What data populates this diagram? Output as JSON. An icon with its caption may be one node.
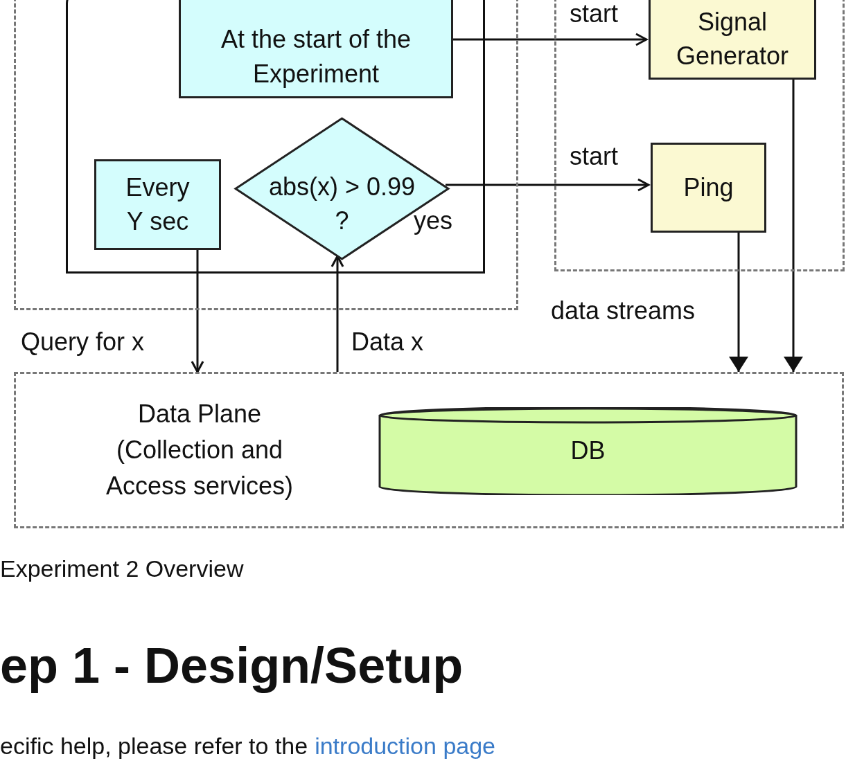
{
  "diagram": {
    "caption": "Experiment 2 Overview",
    "nodes": [
      {
        "text": [],
        "shape": "box"
      },
      {
        "text": [],
        "shape": "box",
        "in": 0
      },
      {
        "text": [
          "At the start of the Experiment"
        ],
        "in": 1
      },
      {
        "text": [
          "Every Y sec"
        ],
        "in": 1
      },
      {
        "text": [
          "abs(x) > 0.99 ?"
        ],
        "in": 1,
        "beside": [
          "yes"
        ]
      },
      {
        "text": [],
        "shape": "box"
      },
      {
        "text": [
          "Signal Generator"
        ],
        "in": 5
      },
      {
        "text": [
          "Ping"
        ],
        "in": 5
      },
      {
        "text": [
          "Data Plane (Collection and Access services)"
        ]
      },
      {
        "text": [
          "DB"
        ],
        "in": 8
      }
    ],
    "edges": [
      {
        "from": 2,
        "to": 6,
        "arrow": "to",
        "label": "start"
      },
      {
        "from": 4,
        "to": 7,
        "arrow": "to",
        "label": "start"
      },
      {
        "from": 3,
        "to": 8,
        "arrow": "to",
        "label": "Query for x"
      },
      {
        "from": 8,
        "to": 4,
        "arrow": "to",
        "label": "Data x"
      },
      {
        "from": 7,
        "to": 8,
        "arrow": "to"
      },
      {
        "from": 6,
        "to": 8,
        "arrow": "to"
      }
    ],
    "labels": [
      "data streams",
      "ep 1 - Design/Setup",
      "ecific help, please refer to the",
      "introduction page"
    ]
  }
}
